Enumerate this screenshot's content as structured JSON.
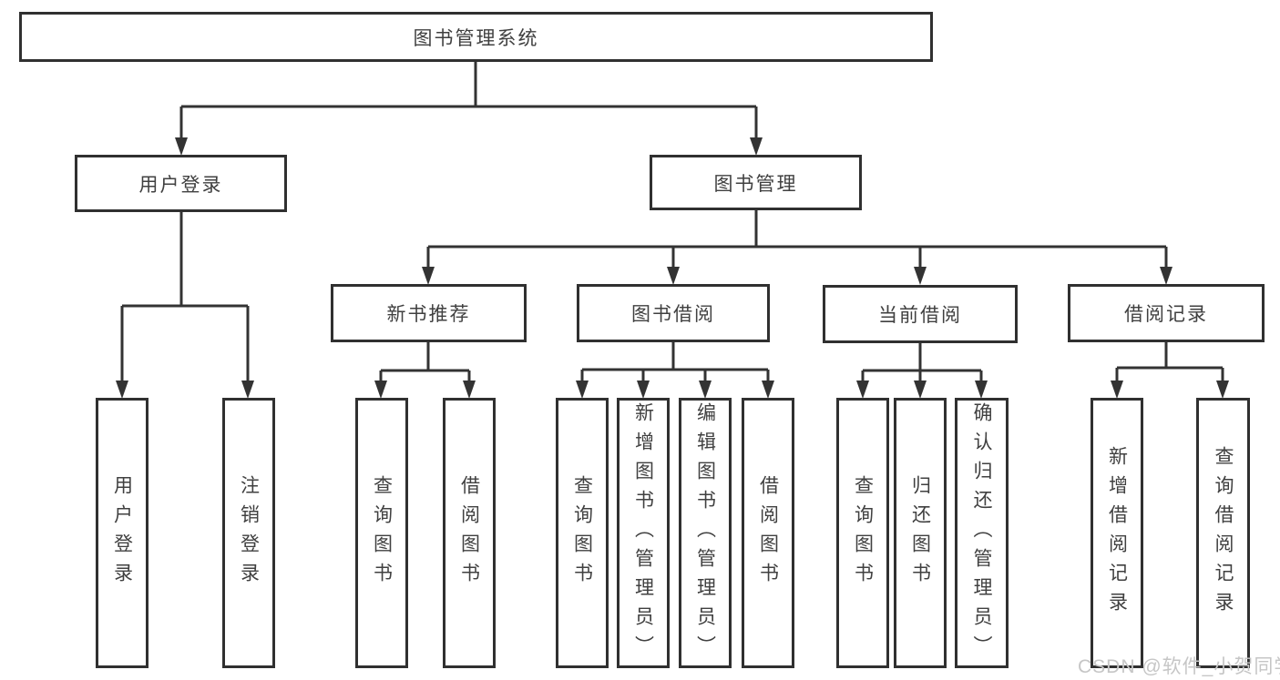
{
  "diagram": {
    "title": "图书管理系统",
    "branches": [
      {
        "label": "用户登录",
        "children": [
          {
            "label": "用户登录"
          },
          {
            "label": "注销登录"
          }
        ]
      },
      {
        "label": "图书管理",
        "children": [
          {
            "label": "新书推荐",
            "children": [
              {
                "label": "查询图书"
              },
              {
                "label": "借阅图书"
              }
            ]
          },
          {
            "label": "图书借阅",
            "children": [
              {
                "label": "查询图书"
              },
              {
                "label": "新增图书（管理员）"
              },
              {
                "label": "编辑图书（管理员）"
              },
              {
                "label": "借阅图书"
              }
            ]
          },
          {
            "label": "当前借阅",
            "children": [
              {
                "label": "查询图书"
              },
              {
                "label": "归还图书"
              },
              {
                "label": "确认归还（管理员）"
              }
            ]
          },
          {
            "label": "借阅记录",
            "children": [
              {
                "label": "新增借阅记录"
              },
              {
                "label": "查询借阅记录"
              }
            ]
          }
        ]
      }
    ],
    "watermark": "CSDN @软件_小贺同学",
    "colors": {
      "line": "#333333",
      "border": "#303030",
      "text": "#404040",
      "watermark": "#c6c6c6",
      "background": "#ffffff"
    }
  }
}
